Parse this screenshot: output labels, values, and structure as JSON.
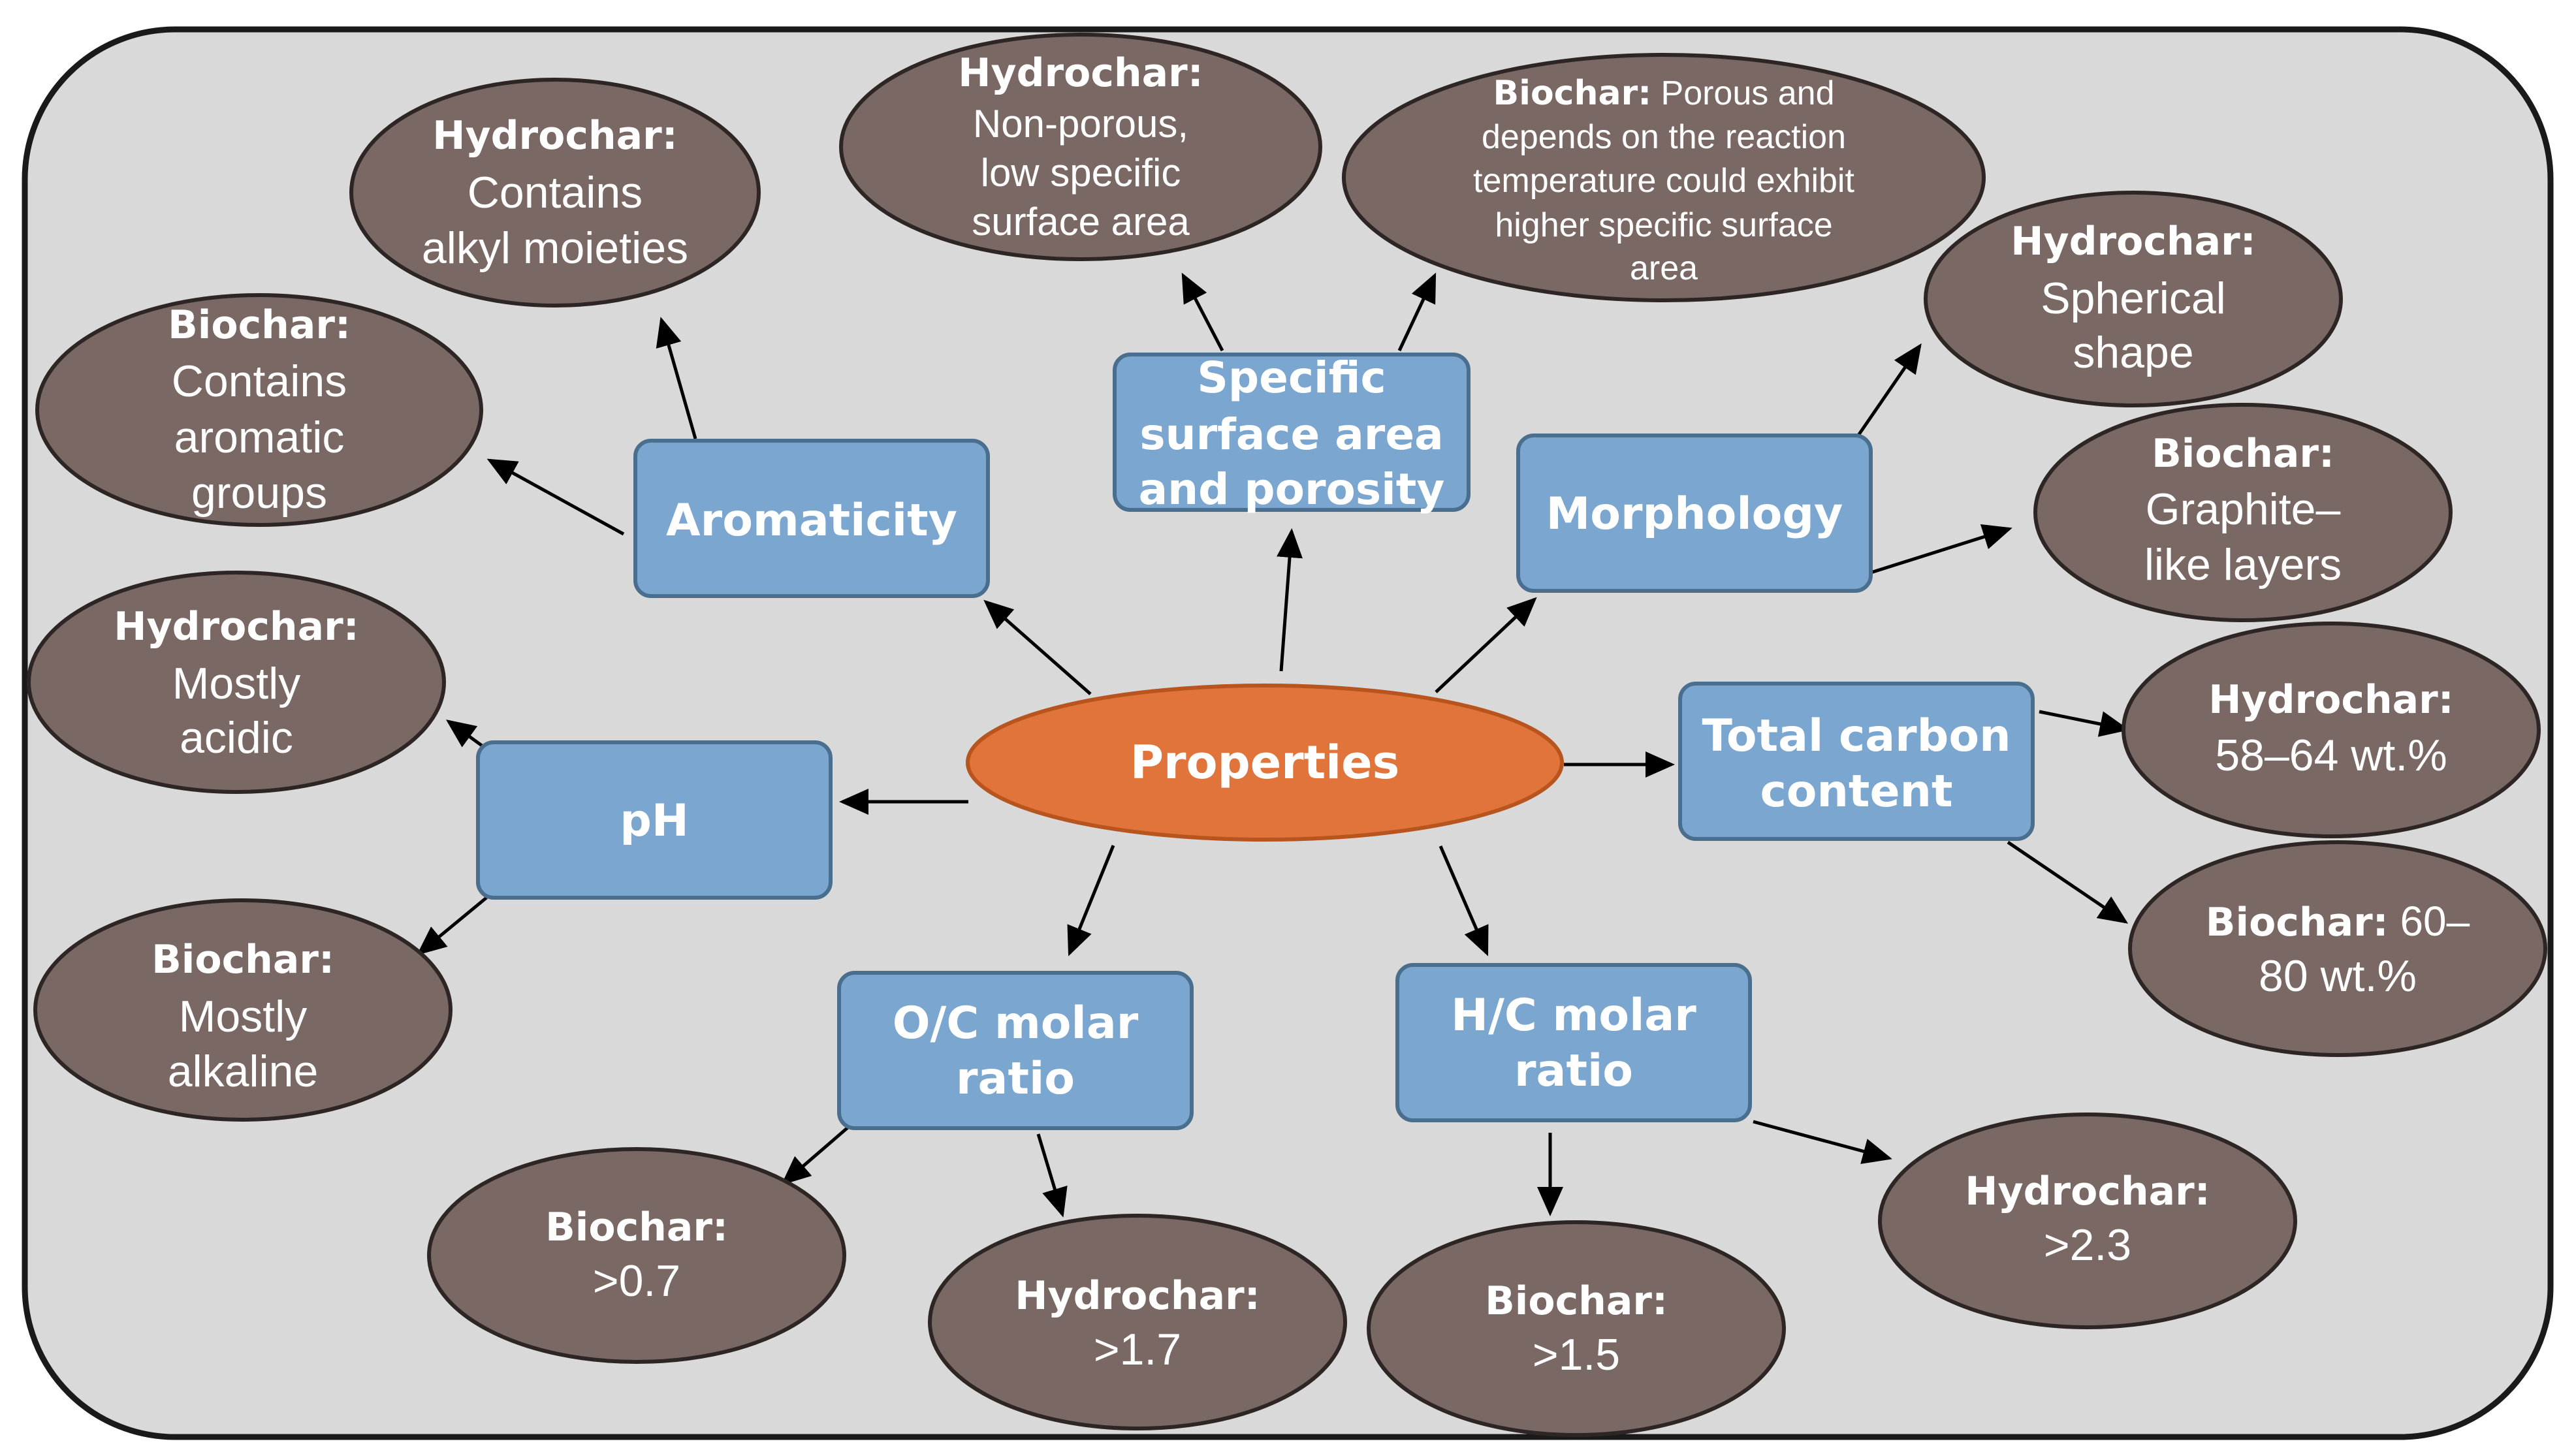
{
  "center": {
    "label": "Properties"
  },
  "properties": {
    "aromaticity": {
      "label": [
        "Aromaticity"
      ]
    },
    "surface_area": {
      "label": [
        "Specific",
        "surface area",
        "and porosity"
      ]
    },
    "morphology": {
      "label": [
        "Morphology"
      ]
    },
    "ph": {
      "label": [
        "pH"
      ]
    },
    "total_carbon": {
      "label": [
        "Total carbon",
        "content"
      ]
    },
    "oc_ratio": {
      "label": [
        "O/C molar",
        "ratio"
      ]
    },
    "hc_ratio": {
      "label": [
        "H/C molar",
        "ratio"
      ]
    }
  },
  "outcomes": {
    "aromaticity_hydrochar": {
      "heading": "Hydrochar:",
      "body": [
        "Contains",
        "alkyl moieties"
      ]
    },
    "aromaticity_biochar": {
      "heading": "Biochar:",
      "body": [
        "Contains",
        "aromatic",
        "groups"
      ]
    },
    "surface_hydrochar": {
      "heading": "Hydrochar:",
      "body": [
        "Non-porous,",
        "low specific",
        "surface area"
      ]
    },
    "surface_biochar": {
      "heading": "Biochar:",
      "body_inline": "Porous and",
      "body": [
        "depends on the reaction",
        "temperature could exhibit",
        "higher specific surface",
        "area"
      ]
    },
    "morphology_hydrochar": {
      "heading": "Hydrochar:",
      "body": [
        "Spherical",
        "shape"
      ]
    },
    "morphology_biochar": {
      "heading": "Biochar:",
      "body": [
        "Graphite–",
        "like layers"
      ]
    },
    "ph_hydrochar": {
      "heading": "Hydrochar:",
      "body": [
        "Mostly",
        "acidic"
      ]
    },
    "ph_biochar": {
      "heading": "Biochar:",
      "body": [
        "Mostly",
        "alkaline"
      ]
    },
    "carbon_hydrochar": {
      "heading": "Hydrochar:",
      "body": [
        "58–64 wt.%"
      ]
    },
    "carbon_biochar": {
      "heading": "Biochar:",
      "body_inline": "60–",
      "body": [
        "80 wt.%"
      ]
    },
    "oc_biochar": {
      "heading": "Biochar:",
      "body": [
        ">0.7"
      ]
    },
    "oc_hydrochar": {
      "heading": "Hydrochar:",
      "body": [
        ">1.7"
      ]
    },
    "hc_biochar": {
      "heading": "Biochar:",
      "body": [
        ">1.5"
      ]
    },
    "hc_hydrochar": {
      "heading": "Hydrochar:",
      "body": [
        ">2.3"
      ]
    }
  },
  "colors": {
    "background": "#d9d9d9",
    "frame": "#1a1a1a",
    "oval_fill": "#7a6864",
    "box_fill": "#7aa6cf",
    "center_fill": "#e0743a",
    "text": "#ffffff"
  }
}
